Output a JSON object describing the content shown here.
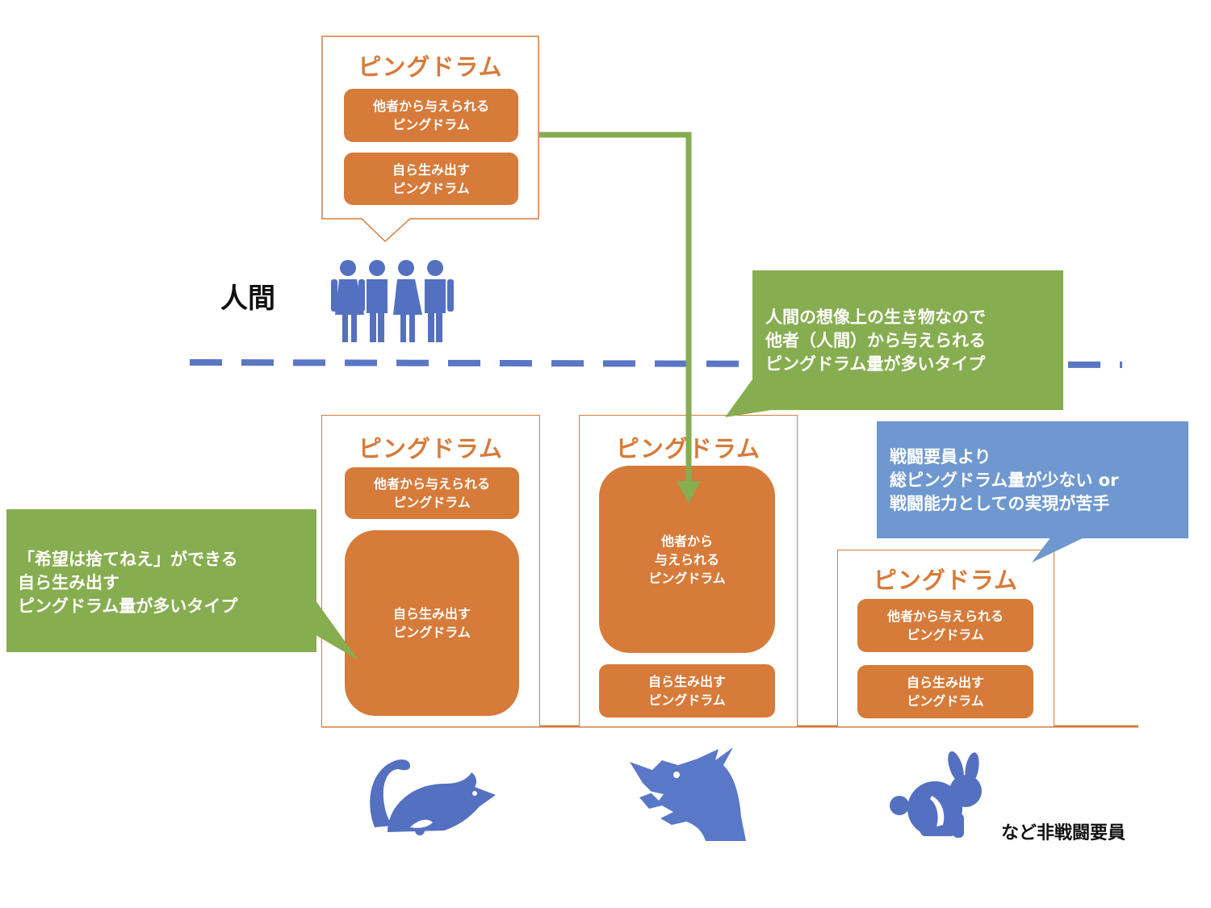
{
  "human": {
    "label": "人間",
    "frame_title": "ピングドラム",
    "given": "他者から与えられる\nピングドラム",
    "self": "自ら生み出す\nピングドラム"
  },
  "rat": {
    "frame_title": "ピングドラム",
    "given": "他者から与えられる\nピングドラム",
    "self": "自ら生み出す\nピングドラム"
  },
  "dragon": {
    "frame_title": "ピングドラム",
    "given": "他者から\n与えられる\nピングドラム",
    "self": "自ら生み出す\nピングドラム"
  },
  "rabbit": {
    "frame_title": "ピングドラム",
    "given": "他者から与えられる\nピングドラム",
    "self": "自ら生み出す\nピングドラム",
    "note": "など非戦闘要員"
  },
  "callouts": {
    "rat": "「希望は捨てねえ」ができる\n自ら生み出す\nピングドラム量が多いタイプ",
    "dragon": "人間の想像上の生き物なので\n他者（人間）から与えられる\nピングドラム量が多いタイプ",
    "rabbit": "戦闘要員より\n総ピングドラム量が少ない or\n戦闘能力としての実現が苦手"
  },
  "icons": {
    "people": "people-group-icon",
    "rat": "rat-icon",
    "dragon": "dragon-icon",
    "rabbit": "rabbit-icon"
  },
  "colors": {
    "orange": "#d67b3a",
    "green": "#86ad4f",
    "blue": "#6e98cf",
    "icon_blue": "#5470c1",
    "divider": "#5a76c4"
  }
}
